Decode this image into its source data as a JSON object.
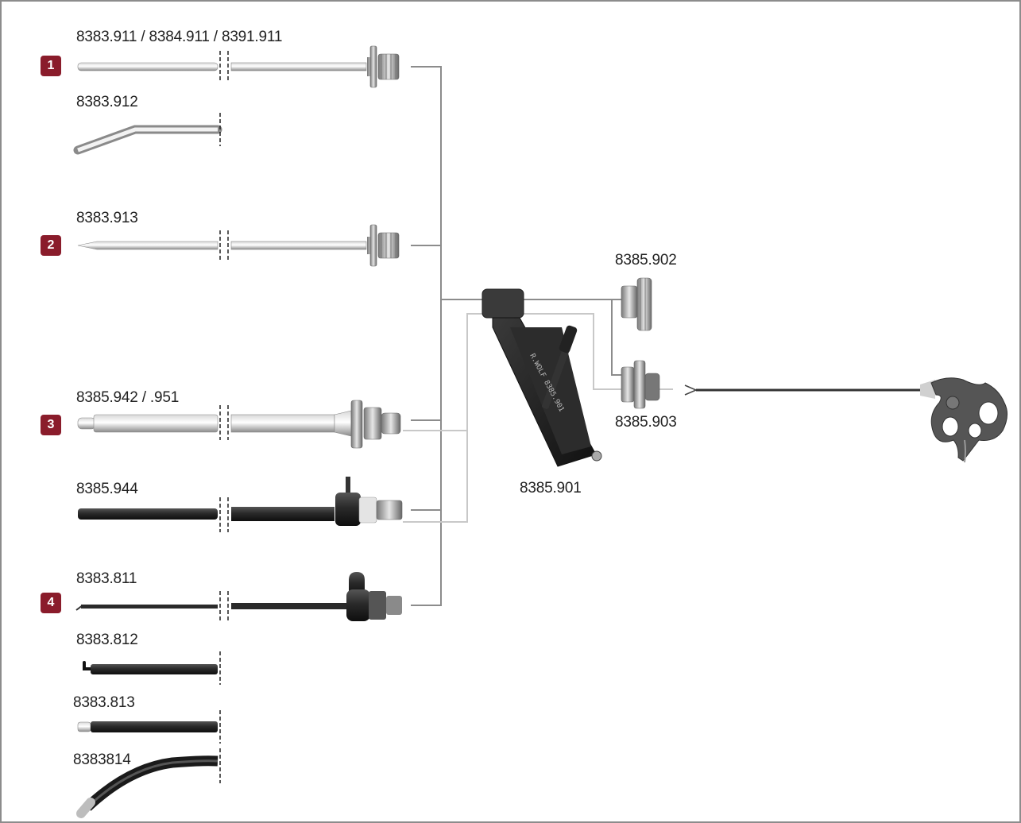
{
  "colors": {
    "badge": "#8a1c2b",
    "connector_dark": "#8c8c8c",
    "connector_light": "#c8c8c8"
  },
  "badges": [
    "1",
    "2",
    "3",
    "4"
  ],
  "instruments": {
    "i1": "8383.911 / 8384.911 / 8391.911",
    "i2": "8383.912",
    "i3": "8383.913",
    "i4": "8385.942 / .951",
    "i5": "8385.944",
    "i6": "8383.811",
    "i7": "8383.812",
    "i8": "8383.813",
    "i9": "8383814"
  },
  "components": {
    "holder": "8385.901",
    "adapter_top": "8385.902",
    "adapter_bottom": "8385.903"
  }
}
